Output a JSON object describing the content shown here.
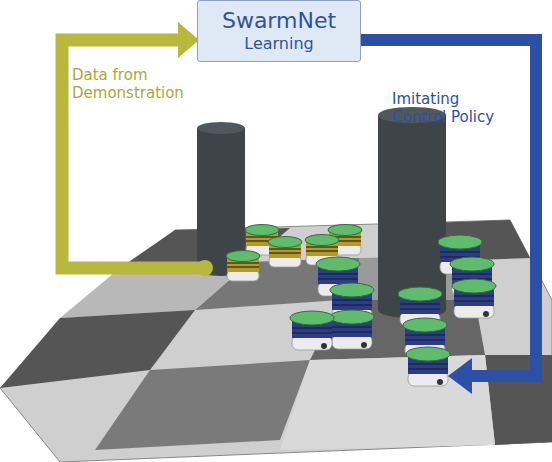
{
  "diagram": {
    "nodes": [
      {
        "text": [
          "SwarmNet",
          "Learning"
        ]
      }
    ],
    "labels": [
      "Data from Demonstration",
      "Imitating Control Policy"
    ]
  }
}
